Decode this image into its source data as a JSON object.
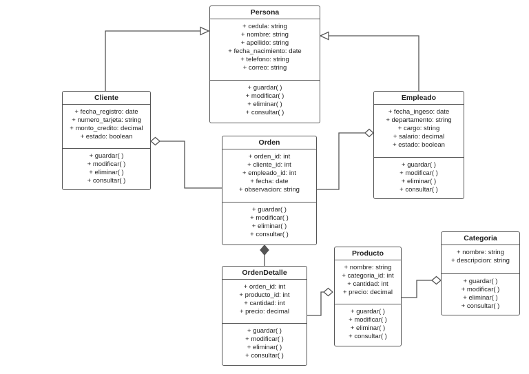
{
  "classes": {
    "persona": {
      "name": "Persona",
      "attributes": [
        "+ cedula: string",
        "+ nombre: string",
        "+ apellido: string",
        "+ fecha_nacimiento: date",
        "+ telefono: string",
        "+ correo: string"
      ],
      "methods": [
        "+ guardar( )",
        "+ modificar( )",
        "+ eliminar( )",
        "+ consultar( )"
      ]
    },
    "cliente": {
      "name": "Cliente",
      "attributes": [
        "+ fecha_registro: date",
        "+ numero_tarjeta: string",
        "+ monto_credito: decimal",
        "+ estado: boolean"
      ],
      "methods": [
        "+ guardar( )",
        "+ modificar( )",
        "+ eliminar( )",
        "+ consultar( )"
      ]
    },
    "empleado": {
      "name": "Empleado",
      "attributes": [
        "+ fecha_ingeso: date",
        "+ departamento: string",
        "+ cargo: string",
        "+ salario: decimal",
        "+ estado: boolean"
      ],
      "methods": [
        "+ guardar( )",
        "+ modificar( )",
        "+ eliminar( )",
        "+ consultar( )"
      ]
    },
    "orden": {
      "name": "Orden",
      "attributes": [
        "+ orden_id: int",
        "+ cliente_id: int",
        "+ empleado_id: int",
        "+ fecha: date",
        "+ observacion: string"
      ],
      "methods": [
        "+ guardar( )",
        "+ modificar( )",
        "+ eliminar( )",
        "+ consultar( )"
      ]
    },
    "ordenDetalle": {
      "name": "OrdenDetalle",
      "attributes": [
        "+ orden_id: int",
        "+ producto_id: int",
        "+ cantidad: int",
        "+ precio: decimal"
      ],
      "methods": [
        "+ guardar( )",
        "+ modificar( )",
        "+ eliminar( )",
        "+ consultar( )"
      ]
    },
    "producto": {
      "name": "Producto",
      "attributes": [
        "+ nombre: string",
        "+ categoria_id: int",
        "+ cantidad: int",
        "+ precio: decimal"
      ],
      "methods": [
        "+ guardar( )",
        "+ modificar( )",
        "+ eliminar( )",
        "+ consultar( )"
      ]
    },
    "categoria": {
      "name": "Categoria",
      "attributes": [
        "+ nombre: string",
        "+ descripcion: string"
      ],
      "methods": [
        "+ guardar( )",
        "+ modificar( )",
        "+ eliminar( )",
        "+ consultar( )"
      ]
    }
  },
  "relations": [
    {
      "type": "generalization",
      "from": "cliente",
      "to": "persona"
    },
    {
      "type": "generalization",
      "from": "empleado",
      "to": "persona"
    },
    {
      "type": "aggregation",
      "whole": "cliente",
      "part": "orden"
    },
    {
      "type": "aggregation",
      "whole": "empleado",
      "part": "orden"
    },
    {
      "type": "composition",
      "whole": "orden",
      "part": "ordenDetalle"
    },
    {
      "type": "aggregation",
      "whole": "producto",
      "part": "ordenDetalle"
    },
    {
      "type": "aggregation",
      "whole": "categoria",
      "part": "producto"
    }
  ],
  "colors": {
    "line": "#555555",
    "text": "#222222",
    "background": "#ffffff"
  }
}
